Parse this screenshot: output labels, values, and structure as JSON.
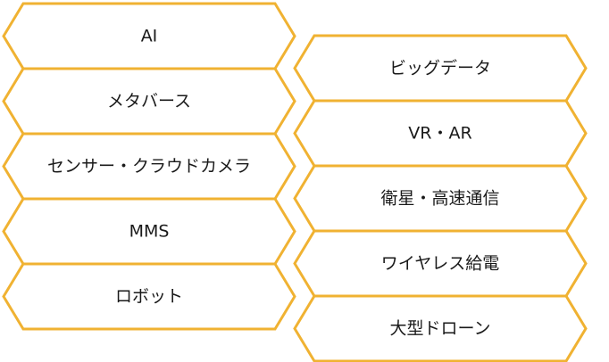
{
  "colors": {
    "outline": "#f0b232",
    "fill": "#ffffff",
    "text": "#1a1a1a"
  },
  "left_column": [
    {
      "id": "ai",
      "label": "AI"
    },
    {
      "id": "metaverse",
      "label": "メタバース"
    },
    {
      "id": "sensor-camera",
      "label": "センサー・クラウドカメラ"
    },
    {
      "id": "mms",
      "label": "MMS"
    },
    {
      "id": "robot",
      "label": "ロボット"
    }
  ],
  "right_column": [
    {
      "id": "big-data",
      "label": "ビッグデータ"
    },
    {
      "id": "vr-ar",
      "label": "VR・AR"
    },
    {
      "id": "satellite-network",
      "label": "衛星・高速通信"
    },
    {
      "id": "wireless-power",
      "label": "ワイヤレス給電"
    },
    {
      "id": "large-drone",
      "label": "大型ドローン"
    }
  ]
}
